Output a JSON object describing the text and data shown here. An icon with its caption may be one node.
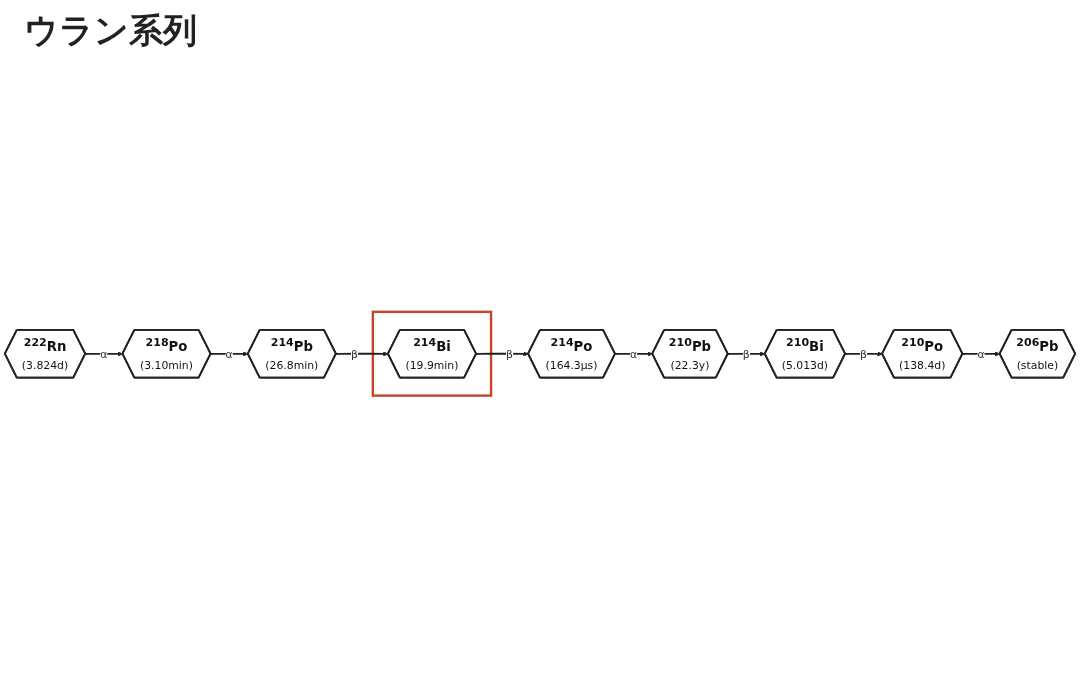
{
  "diagram": {
    "title": "ウラン系列",
    "nodes": [
      {
        "text": [
          "$^{222}$Rn",
          "(3.824d)"
        ]
      },
      {
        "text": [
          "$^{218}$Po",
          "(3.10min)"
        ]
      },
      {
        "text": [
          "$^{214}$Pb",
          "(26.8min)"
        ]
      },
      {
        "text": [],
        "shape": "box"
      },
      {
        "text": [
          "$^{214}$Bi",
          "(19.9min)"
        ],
        "in": 3
      },
      {
        "text": [
          "$^{214}$Po",
          "(164.3μs)"
        ]
      },
      {
        "text": [
          "$^{210}$Pb",
          "(22.3y)"
        ]
      },
      {
        "text": [
          "$^{210}$Bi",
          "(5.013d)"
        ]
      },
      {
        "text": [
          "$^{210}$Po",
          "(138.4d)"
        ]
      },
      {
        "text": [
          "$^{206}$Pb",
          "(stable)"
        ]
      }
    ],
    "edges": [
      {
        "from": 0,
        "to": 1,
        "arrow": "to",
        "label": "α"
      },
      {
        "from": 1,
        "to": 2,
        "arrow": "to",
        "label": "α"
      },
      {
        "from": 2,
        "to": 4,
        "arrow": "to",
        "label": "β"
      },
      {
        "from": 4,
        "to": 5,
        "arrow": "to",
        "label": "β"
      },
      {
        "from": 5,
        "to": 6,
        "arrow": "to",
        "label": "α"
      },
      {
        "from": 6,
        "to": 7,
        "arrow": "to",
        "label": "β"
      },
      {
        "from": 7,
        "to": 8,
        "arrow": "to",
        "label": "β"
      },
      {
        "from": 8,
        "to": 9,
        "arrow": "to",
        "label": "α"
      }
    ]
  }
}
